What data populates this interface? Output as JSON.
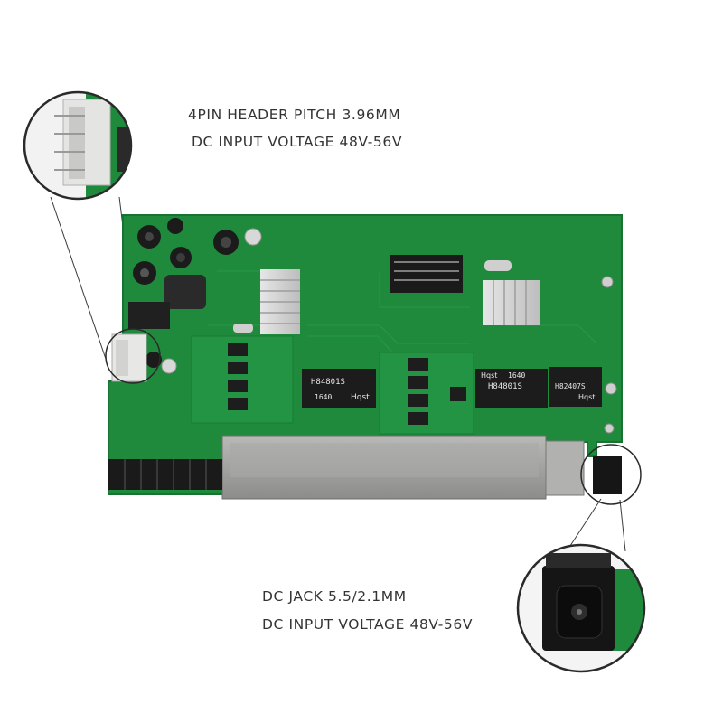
{
  "labels": {
    "top_line1": "4PIN HEADER PITCH 3.96MM",
    "top_line2": "DC INPUT VOLTAGE 48V-56V",
    "bottom_line1": "DC JACK 5.5/2.1MM",
    "bottom_line2": "DC INPUT VOLTAGE 48V-56V"
  },
  "chip_markings": {
    "transformer_1": "H84801S",
    "transformer_2": "H84801S",
    "transformer_3": "H82407S",
    "date_code": "1640",
    "brand": "Hqst"
  },
  "colors": {
    "pcb_green": "#1f8a3c",
    "pcb_edge": "#187231",
    "port_metal": "#9a9a98",
    "callout_ring": "#2a2a2a",
    "label_text": "#333333"
  }
}
